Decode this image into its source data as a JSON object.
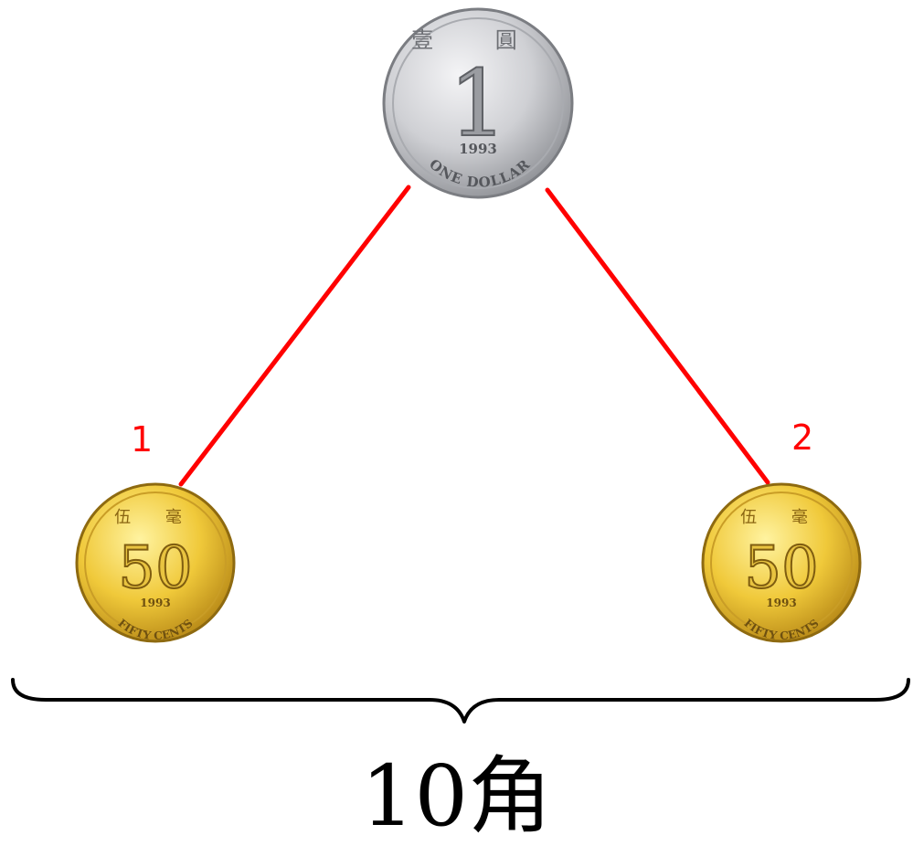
{
  "coins": {
    "dollar": {
      "face_value": "1",
      "year": "1993",
      "inscription": "ONE DOLLAR",
      "chinese_top": "壹 圓"
    },
    "fifty_cents": {
      "face_value": "50",
      "year": "1993",
      "inscription": "FIFTY CENTS",
      "chinese_top": "伍 毫"
    }
  },
  "connectors": {
    "color": "#ff0000"
  },
  "labels": {
    "left": "1",
    "right": "2"
  },
  "total": "10角"
}
